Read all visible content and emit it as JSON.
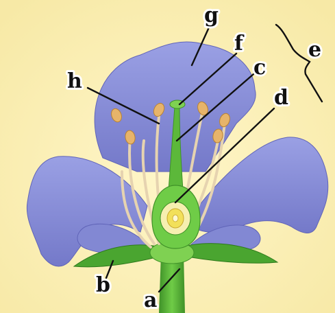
{
  "diagram": {
    "labels": {
      "a": "a",
      "b": "b",
      "c": "c",
      "d": "d",
      "e": "e",
      "f": "f",
      "g": "g",
      "h": "h"
    },
    "colors": {
      "background": "#fbf0b8",
      "petal": "#8f93d9",
      "petal_shade": "#6f73c4",
      "stem": "#5cb83a",
      "stem_dark": "#3f9128",
      "anther": "#e7b46a",
      "filament": "#e6d3b0",
      "ovule": "#f2e05a",
      "label_text": "#111111"
    }
  }
}
